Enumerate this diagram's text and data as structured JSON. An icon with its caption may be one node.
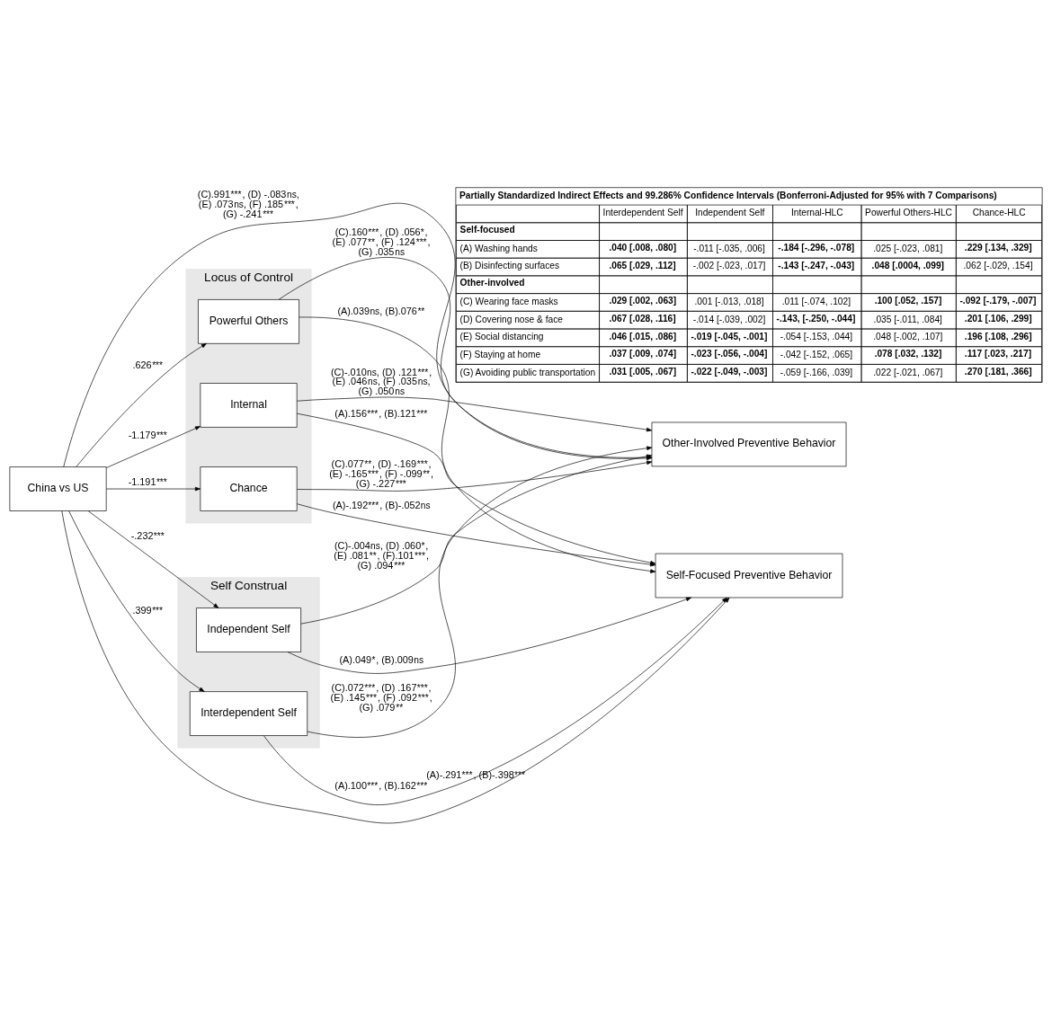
{
  "diagram": {
    "nodes": [
      {
        "text": [
          "Self Construal"
        ]
      },
      {
        "text": [
          "Interdependent Self"
        ],
        "in": 0
      },
      {
        "text": [
          "Independent Self"
        ],
        "in": 0
      },
      {
        "text": [
          "China vs US"
        ]
      },
      {
        "text": [
          "Self-Focused Preventive Behavior"
        ]
      },
      {
        "text": [
          "Other-Involved Preventive Behavior"
        ]
      },
      {
        "text": [
          "Locus of Control"
        ]
      },
      {
        "text": [
          "Internal"
        ],
        "in": 6
      },
      {
        "text": [
          "Powerful Others"
        ],
        "in": 6
      },
      {
        "text": [
          "Chance"
        ],
        "in": 6
      }
    ],
    "edges": [
      {
        "from": 3,
        "to": 1,
        "arrow": "to",
        "label": ".399$^{***}$"
      },
      {
        "from": 3,
        "to": 2,
        "arrow": "to",
        "label": "-.232$^{***}$"
      },
      {
        "from": 1,
        "to": 5,
        "arrow": "to",
        "label": "(C).072$^{***}$, (D) .167$^{***}$, (E) .145$^{***}$, (F) .092$^{***}$, (G) .079$^{**}$"
      },
      {
        "from": 1,
        "to": 4,
        "arrow": "to",
        "label": "(A).100$^{***}$, (B).162$^{***}$"
      },
      {
        "from": 2,
        "to": 5,
        "arrow": "to",
        "label": "(C)-.004$_{ns}$, (D) .060$^{*}$, (E) .081$^{**}$, (F).101$^{***}$, (G) .094$^{***}$"
      },
      {
        "from": 2,
        "to": 4,
        "arrow": "to",
        "label": "(A).049$^{*}$, (B).009$_{ns}$"
      },
      {
        "from": 3,
        "to": 4,
        "arrow": "to",
        "label": "(A)-.291$^{***}$, (B)-.398$^{***}$"
      },
      {
        "from": 3,
        "to": 5,
        "arrow": "to",
        "label": "(C).991$^{***}$, (D) -.083$_{ns}$, (E) .073$_{ns}$, (F) .185$^{***}$, (G) -.241$^{***}$"
      },
      {
        "from": 3,
        "to": 7,
        "arrow": "to",
        "label": "-1.179$^{***}$"
      },
      {
        "from": 3,
        "to": 8,
        "arrow": "to",
        "label": ".626$^{***}$"
      },
      {
        "from": 3,
        "to": 9,
        "arrow": "to",
        "label": "-1.191$^{***}$"
      },
      {
        "from": 7,
        "to": 4,
        "arrow": "to",
        "label": "(A).156$^{***}$, (B).121$^{***}$"
      },
      {
        "from": 7,
        "to": 5,
        "arrow": "to",
        "label": "(C)-.010$_{ns}$, (D) .121$^{***}$, (E) .046$_{ns}$, (F) .035$_{ns}$, (G) .050$_{ns}$"
      },
      {
        "from": 8,
        "to": 4,
        "arrow": "to",
        "label": "(A).039$_{ns}$, (B).076$^{**}$"
      },
      {
        "from": 8,
        "to": 5,
        "arrow": "to",
        "label": "(C).160$^{***}$, (D) .056$^{*}$, (E) .077$^{**}$, (F) .124$^{***}$, (G) .035$_{ns}$"
      },
      {
        "from": 9,
        "to": 4,
        "arrow": "to",
        "label": "(A)-.192$^{***}$, (B)-.052$_{ns}$"
      },
      {
        "from": 9,
        "to": 5,
        "arrow": "to",
        "label": "(C).077$^{**}$, (D) -.169$^{***}$, (E) -.165$^{***}$, (F) -.099$^{**}$, (G) -.227$^{***}$"
      }
    ],
    "labels": [
      "Partially Standardized Indirect Effects and 99.286% Confidence Intervals (Bonferroni-Adjusted for 95% with 7 Comparisons)",
      "Interdependent Self",
      "Independent Self",
      "Internal-HLC",
      "Powerful Others-HLC",
      "Chance-HLC",
      "Self-focused",
      "(A) Washing hands",
      ".040 [.008, .080]",
      "-.011 [-.035, .006]",
      "-.184 [-.296, -.078]",
      ".025 [-.023, .081]",
      ".229 [.134, .329]",
      "(B) Disinfecting surfaces",
      ".065 [.029, .112]",
      "-.002 [-.023, .017]",
      "-.143 [-.247, -.043]",
      ".048 [.0004, .099]",
      ".062 [-.029, .154]",
      "Other-involved",
      "(C) Wearing face masks",
      ".029 [.002, .063]",
      ".001 [-.013, .018]",
      ".011 [-.074, .102]",
      ".100 [.052, .157]",
      "-.092 [-.179, -.007]",
      "(D) Covering nose & face",
      ".067 [.028, .116]",
      "-.014 [-.039, .002]",
      "-.143, [-.250, -.044]",
      ".035 [-.011, .084]",
      ".201 [.106, .299]",
      "(E) Social distancing",
      ".046 [.015, .086]",
      "-.019 [-.045, -.001]",
      "-.054 [-.153, .044]",
      ".048 [-.002, .107]",
      ".196 [.108, .296]",
      "(F) Staying at home",
      ".037 [.009, .074]",
      "-.023 [-.056, -.004]",
      "-.042 [-.152, .065]",
      ".078 [.032, .132]",
      ".117 [.023, .217]",
      "(G) Avoiding public transportation",
      ".031 [.005, .067]",
      "-.022 [-.049, -.003]",
      "-.059 [-.166, .039]",
      ".022 [-.021, .067]",
      ".270 [.181, .366]"
    ]
  }
}
